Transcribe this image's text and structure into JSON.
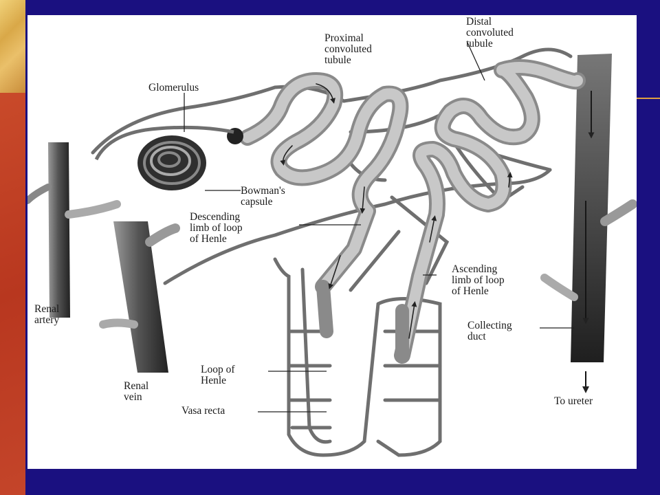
{
  "slide": {
    "colors": {
      "frame": "#1a1080",
      "sidebar_gold": "#e0b860",
      "sidebar_red": "#bf3f24",
      "panel": "#ffffff"
    }
  },
  "diagram": {
    "labels": {
      "proximal": [
        "Proximal",
        "convoluted",
        "tubule"
      ],
      "distal": [
        "Distal",
        "convoluted",
        "tubule"
      ],
      "glomerulus": [
        "Glomerulus"
      ],
      "bowmans": [
        "Bowman's",
        "capsule"
      ],
      "descending": [
        "Descending",
        "limb of loop",
        "of Henle"
      ],
      "ascending": [
        "Ascending",
        "limb of loop",
        "of Henle"
      ],
      "renal_artery": [
        "Renal",
        "artery"
      ],
      "renal_vein": [
        "Renal",
        "vein"
      ],
      "collecting": [
        "Collecting",
        "duct"
      ],
      "loop": [
        "Loop of",
        "Henle"
      ],
      "vasa": [
        "Vasa recta"
      ],
      "ureter": [
        "To ureter"
      ]
    }
  }
}
